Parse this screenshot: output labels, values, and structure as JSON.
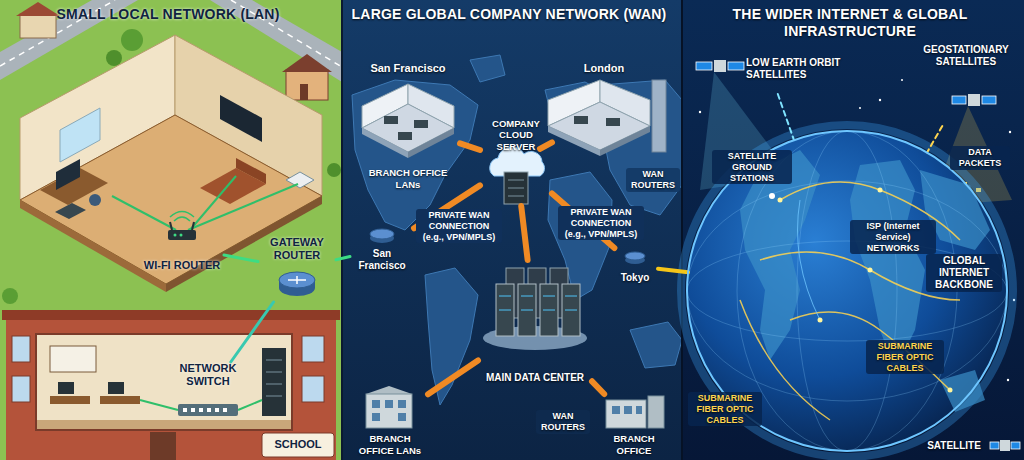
{
  "diagram": {
    "nodes": [
      {
        "text": [
          "SMALL LOCAL NETWORK (LAN)"
        ]
      },
      {
        "text": [
          "LARGE GLOBAL COMPANY NETWORK (WAN)"
        ]
      },
      {
        "text": [
          "THE WIDER INTERNET & GLOBAL INFRASTRUCTURE"
        ]
      },
      {
        "text": [
          "WI-FI ROUTER"
        ],
        "in": 0
      },
      {
        "text": [
          "GATEWAY ROUTER"
        ],
        "in": 0
      },
      {
        "text": [
          "NETWORK SWITCH"
        ],
        "in": 0
      },
      {
        "text": [
          "SCHOOL"
        ],
        "in": 0
      },
      {
        "text": [
          "San Francisco",
          "BRANCH OFFICE LANs"
        ],
        "in": 1
      },
      {
        "text": [
          "London"
        ],
        "in": 1
      },
      {
        "text": [
          "COMPANY CLOUD SERVER"
        ],
        "in": 1
      },
      {
        "text": [
          "San Francisco"
        ],
        "in": 1
      },
      {
        "text": [
          "Tokyo"
        ],
        "in": 1
      },
      {
        "text": [
          "MAIN DATA CENTER"
        ],
        "in": 1
      },
      {
        "text": [
          "BRANCH OFFICE LANs"
        ],
        "in": 1
      },
      {
        "text": [
          "BRANCH OFFICE"
        ],
        "in": 1
      },
      {
        "text": [
          "LOW EARTH ORBIT SATELLITES"
        ],
        "in": 2
      },
      {
        "text": [
          "GEOSTATIONARY SATELLITES"
        ],
        "in": 2
      },
      {
        "text": [
          "GLOBAL INTERNET BACKBONE"
        ],
        "in": 2
      },
      {
        "text": [
          "SATELLITE"
        ],
        "in": 2
      }
    ],
    "edges": [
      {
        "from": 3,
        "to": 4,
        "arrow": "none"
      },
      {
        "from": 4,
        "to": 5,
        "arrow": "none"
      },
      {
        "from": 4,
        "to": 10,
        "arrow": "none"
      },
      {
        "from": 7,
        "to": 9,
        "arrow": "none"
      },
      {
        "from": 8,
        "to": 9,
        "arrow": "none"
      },
      {
        "from": 10,
        "to": 9,
        "label": "PRIVATE WAN CONNECTION (e.g., VPN/MPLS)",
        "arrow": "none"
      },
      {
        "from": 9,
        "to": 12,
        "arrow": "none"
      },
      {
        "from": 9,
        "to": 11,
        "label": "PRIVATE WAN CONNECTION (e.g., VPN/MPLS)",
        "arrow": "none"
      },
      {
        "from": 12,
        "to": 13,
        "arrow": "none"
      },
      {
        "from": 12,
        "to": 14,
        "arrow": "none"
      },
      {
        "from": 11,
        "to": 17,
        "arrow": "none"
      },
      {
        "from": 15,
        "to": 17,
        "arrow": "none"
      },
      {
        "from": 16,
        "to": 17,
        "arrow": "none"
      }
    ],
    "labels": [
      "WAN ROUTERS",
      "WAN ROUTERS",
      "SATELLITE GROUND STATIONS",
      "DATA PACKETS",
      "ISP (Internet Service) NETWORKS",
      "SUBMARINE FIBER OPTIC CABLES",
      "SUBMARINE FIBER OPTIC CABLES"
    ]
  }
}
